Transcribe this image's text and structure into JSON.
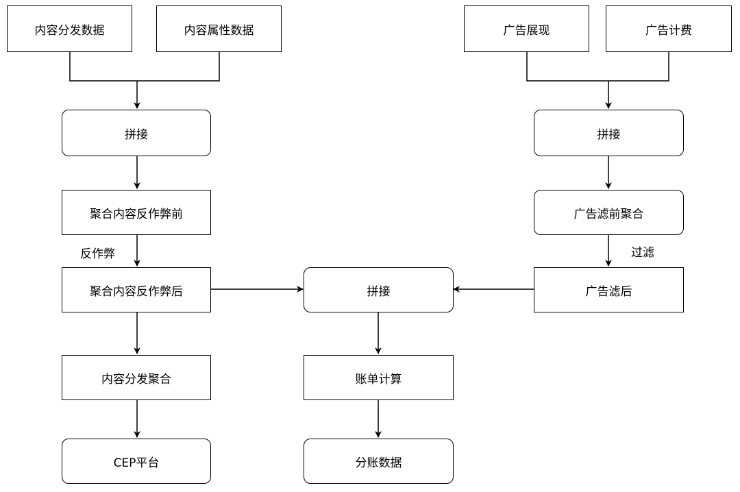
{
  "nodes": {
    "content_dist_data": "内容分发数据",
    "content_attr_data": "内容属性数据",
    "ad_impression": "广告展现",
    "ad_billing": "广告计费",
    "join_left": "拼接",
    "join_right": "拼接",
    "agg_pre_antifraud": "聚合内容反作弊前",
    "ad_prefilter_agg": "广告滤前聚合",
    "agg_post_antifraud": "聚合内容反作弊后",
    "join_center": "拼接",
    "ad_postfilter": "广告滤后",
    "content_dist_agg": "内容分发聚合",
    "bill_calc": "账单计算",
    "cep_platform": "CEP平台",
    "split_data": "分账数据"
  },
  "edge_labels": {
    "antifraud": "反作弊",
    "filter": "过滤"
  }
}
